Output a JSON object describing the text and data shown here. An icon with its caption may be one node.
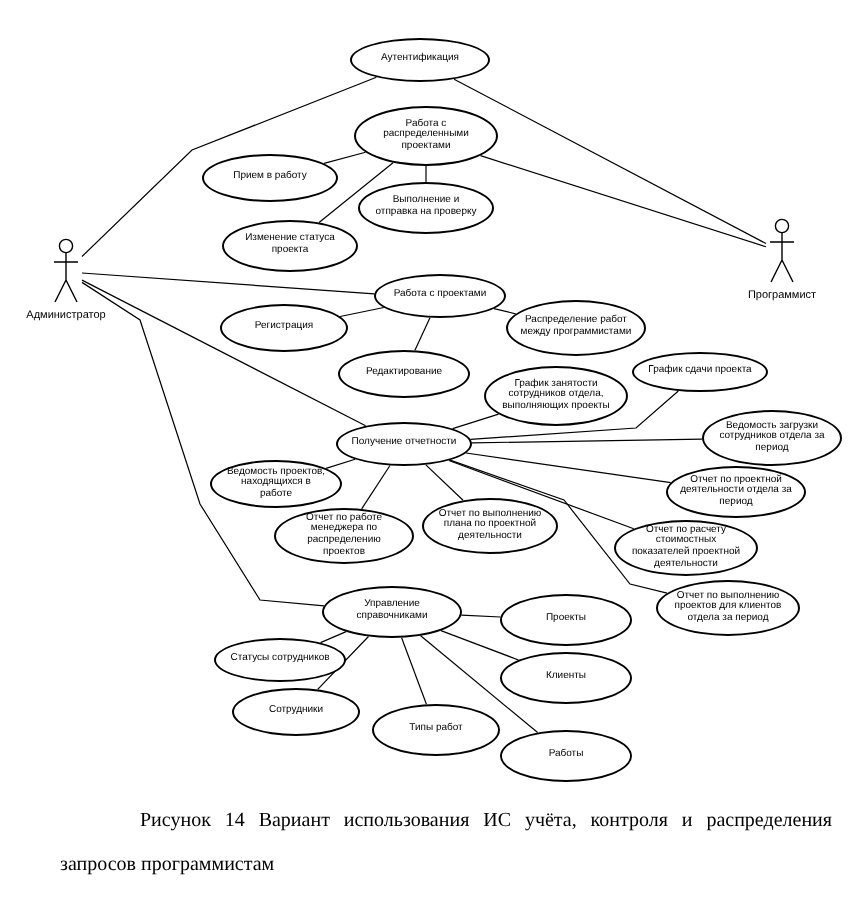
{
  "diagram": {
    "caption": "Рисунок 14 Вариант использования ИС учёта, контроля и распределения запросов программистам",
    "nodes": [
      {
        "text": [
          "Администратор"
        ]
      },
      {
        "text": [
          "Программист"
        ]
      },
      {
        "text": [
          "Аутентификация"
        ]
      },
      {
        "text": [
          "Работа с распределенными проектами"
        ]
      },
      {
        "text": [
          "Прием в работу"
        ]
      },
      {
        "text": [
          "Выполнение и отправка на проверку"
        ]
      },
      {
        "text": [
          "Изменение статуса проекта"
        ]
      },
      {
        "text": [
          "Работа с проектами"
        ]
      },
      {
        "text": [
          "Регистрация"
        ]
      },
      {
        "text": [
          "Распределение работ между программистами"
        ]
      },
      {
        "text": [
          "Редактирование"
        ]
      },
      {
        "text": [
          "График занятости сотрудников отдела, выполняющих проекты"
        ]
      },
      {
        "text": [
          "График сдачи проекта"
        ]
      },
      {
        "text": [
          "Получение отчетности"
        ]
      },
      {
        "text": [
          "Ведомость загрузки сотрудников отдела за период"
        ]
      },
      {
        "text": [
          "Отчет по проектной деятельности отдела за период"
        ]
      },
      {
        "text": [
          "Отчет по расчету стоимостных показателей проектной деятельности"
        ]
      },
      {
        "text": [
          "Ведомость проектов, находящихся в работе"
        ]
      },
      {
        "text": [
          "Отчет по работе менеджера по распределению проектов"
        ]
      },
      {
        "text": [
          "Отчет по выполнению плана по проектной деятельности"
        ]
      },
      {
        "text": [
          "Отчет по выполнению проектов для клиентов отдела за период"
        ]
      },
      {
        "text": [
          "Управление справочниками"
        ]
      },
      {
        "text": [
          "Проекты"
        ]
      },
      {
        "text": [
          "Статусы сотрудников"
        ]
      },
      {
        "text": [
          "Клиенты"
        ]
      },
      {
        "text": [
          "Сотрудники"
        ]
      },
      {
        "text": [
          "Типы работ"
        ]
      },
      {
        "text": [
          "Работы"
        ]
      }
    ],
    "edges": [
      {
        "from": 0,
        "to": 2,
        "arrow": "none"
      },
      {
        "from": 1,
        "to": 2,
        "arrow": "none"
      },
      {
        "from": 1,
        "to": 3,
        "arrow": "none"
      },
      {
        "from": 3,
        "to": 4,
        "arrow": "none"
      },
      {
        "from": 3,
        "to": 5,
        "arrow": "none"
      },
      {
        "from": 3,
        "to": 6,
        "arrow": "none"
      },
      {
        "from": 0,
        "to": 7,
        "arrow": "none"
      },
      {
        "from": 7,
        "to": 8,
        "arrow": "none"
      },
      {
        "from": 7,
        "to": 9,
        "arrow": "none"
      },
      {
        "from": 7,
        "to": 10,
        "arrow": "none"
      },
      {
        "from": 0,
        "to": 13,
        "arrow": "none"
      },
      {
        "from": 13,
        "to": 11,
        "arrow": "none"
      },
      {
        "from": 13,
        "to": 12,
        "arrow": "none"
      },
      {
        "from": 13,
        "to": 14,
        "arrow": "none"
      },
      {
        "from": 13,
        "to": 15,
        "arrow": "none"
      },
      {
        "from": 13,
        "to": 16,
        "arrow": "none"
      },
      {
        "from": 13,
        "to": 17,
        "arrow": "none"
      },
      {
        "from": 13,
        "to": 18,
        "arrow": "none"
      },
      {
        "from": 13,
        "to": 19,
        "arrow": "none"
      },
      {
        "from": 13,
        "to": 20,
        "arrow": "none"
      },
      {
        "from": 0,
        "to": 21,
        "arrow": "none"
      },
      {
        "from": 21,
        "to": 22,
        "arrow": "none"
      },
      {
        "from": 21,
        "to": 23,
        "arrow": "none"
      },
      {
        "from": 21,
        "to": 24,
        "arrow": "none"
      },
      {
        "from": 21,
        "to": 25,
        "arrow": "none"
      },
      {
        "from": 21,
        "to": 26,
        "arrow": "none"
      },
      {
        "from": 21,
        "to": 27,
        "arrow": "none"
      }
    ]
  }
}
